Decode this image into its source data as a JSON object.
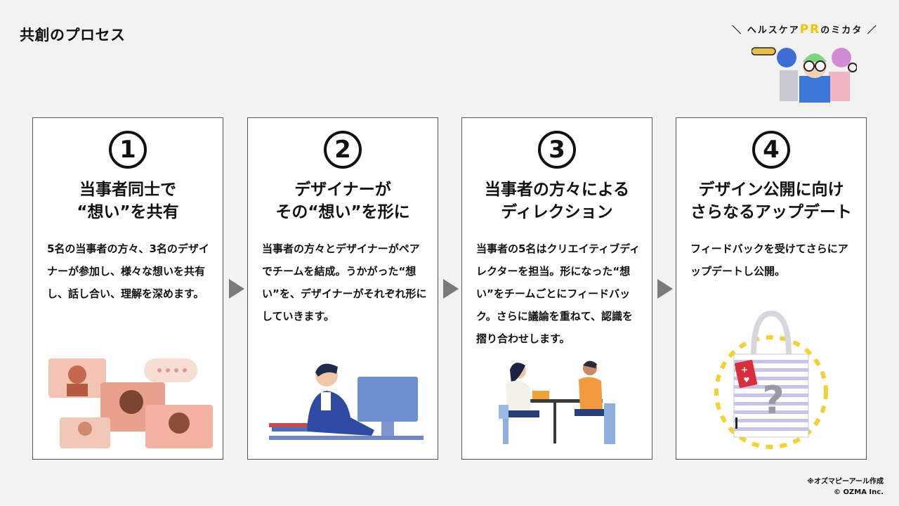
{
  "page": {
    "title": "共創のプロセス"
  },
  "brand": {
    "text_before": "＼ ヘルスケア",
    "text_pr": "PR",
    "text_after": "のミカタ ／"
  },
  "cards": [
    {
      "number": "1",
      "heading_lines": [
        "当事者同士で",
        "“想い”を共有"
      ],
      "body": "5名の当事者の方々、3名のデザイナーが参加し、様々な想いを共有し、話し合い、理解を深めます。"
    },
    {
      "number": "2",
      "heading_lines": [
        "デザイナーが",
        "その“想い”を形に"
      ],
      "body": "当事者の方々とデザイナーがペアでチームを結成。うかがった“想い”を、デザイナーがそれぞれ形にしていきます。"
    },
    {
      "number": "3",
      "heading_lines": [
        "当事者の方々による",
        "ディレクション"
      ],
      "body": "当事者の5名はクリエイティブディレクターを担当。形になった“想い”をチームごとにフィードバック。さらに議論を重ねて、認識を摺り合わせします。"
    },
    {
      "number": "4",
      "heading_lines": [
        "デザイン公開に向け",
        "さらなるアップデート"
      ],
      "body": "フィードバックを受けてさらにアップデートし公開。"
    }
  ],
  "footer": {
    "note": "※オズマピーアール作成",
    "copyright": "© OZMA Inc."
  },
  "colors": {
    "arrow": "#7a7a7a",
    "card_border": "#555555",
    "background": "#f2f2f2",
    "brand_accent": "#f0c400"
  }
}
